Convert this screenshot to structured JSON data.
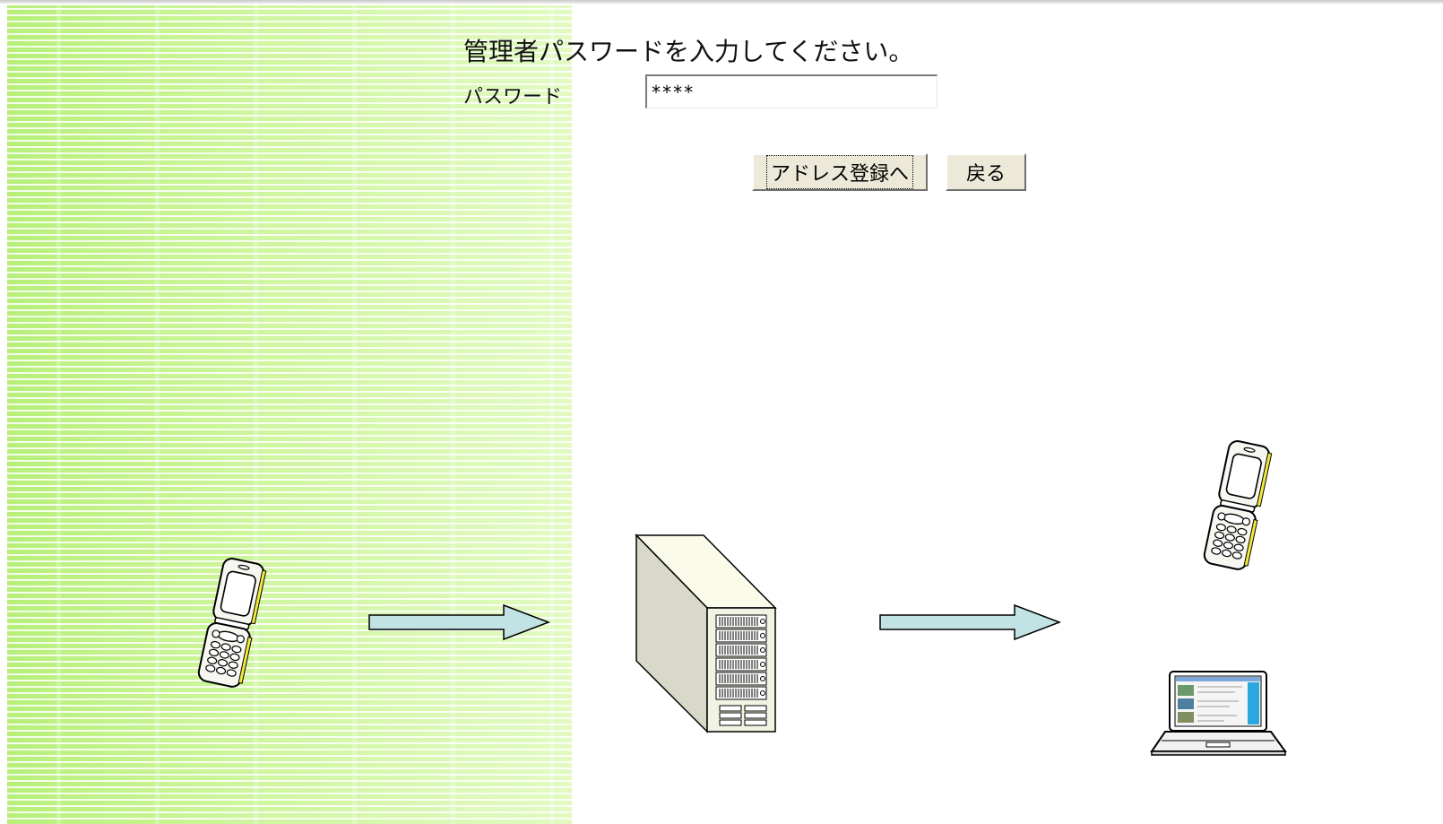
{
  "form": {
    "prompt": "管理者パスワードを入力してください。",
    "password_label": "パスワード",
    "password_value": "****"
  },
  "buttons": {
    "address_label": "アドレス登録へ",
    "back_label": "戻る"
  },
  "colors": {
    "panel_green": "#ccf59a",
    "arrow_fill": "#c2e3e3",
    "server_fill": "#fbfbea",
    "phone_accent": "#f2e93a",
    "laptop_screen": "#2aa7de"
  },
  "icons": {
    "phone_left": "mobile-phone-icon",
    "arrow_1": "right-arrow-icon",
    "server": "server-icon",
    "arrow_2": "right-arrow-icon",
    "phone_right": "mobile-phone-icon",
    "laptop": "laptop-icon"
  }
}
